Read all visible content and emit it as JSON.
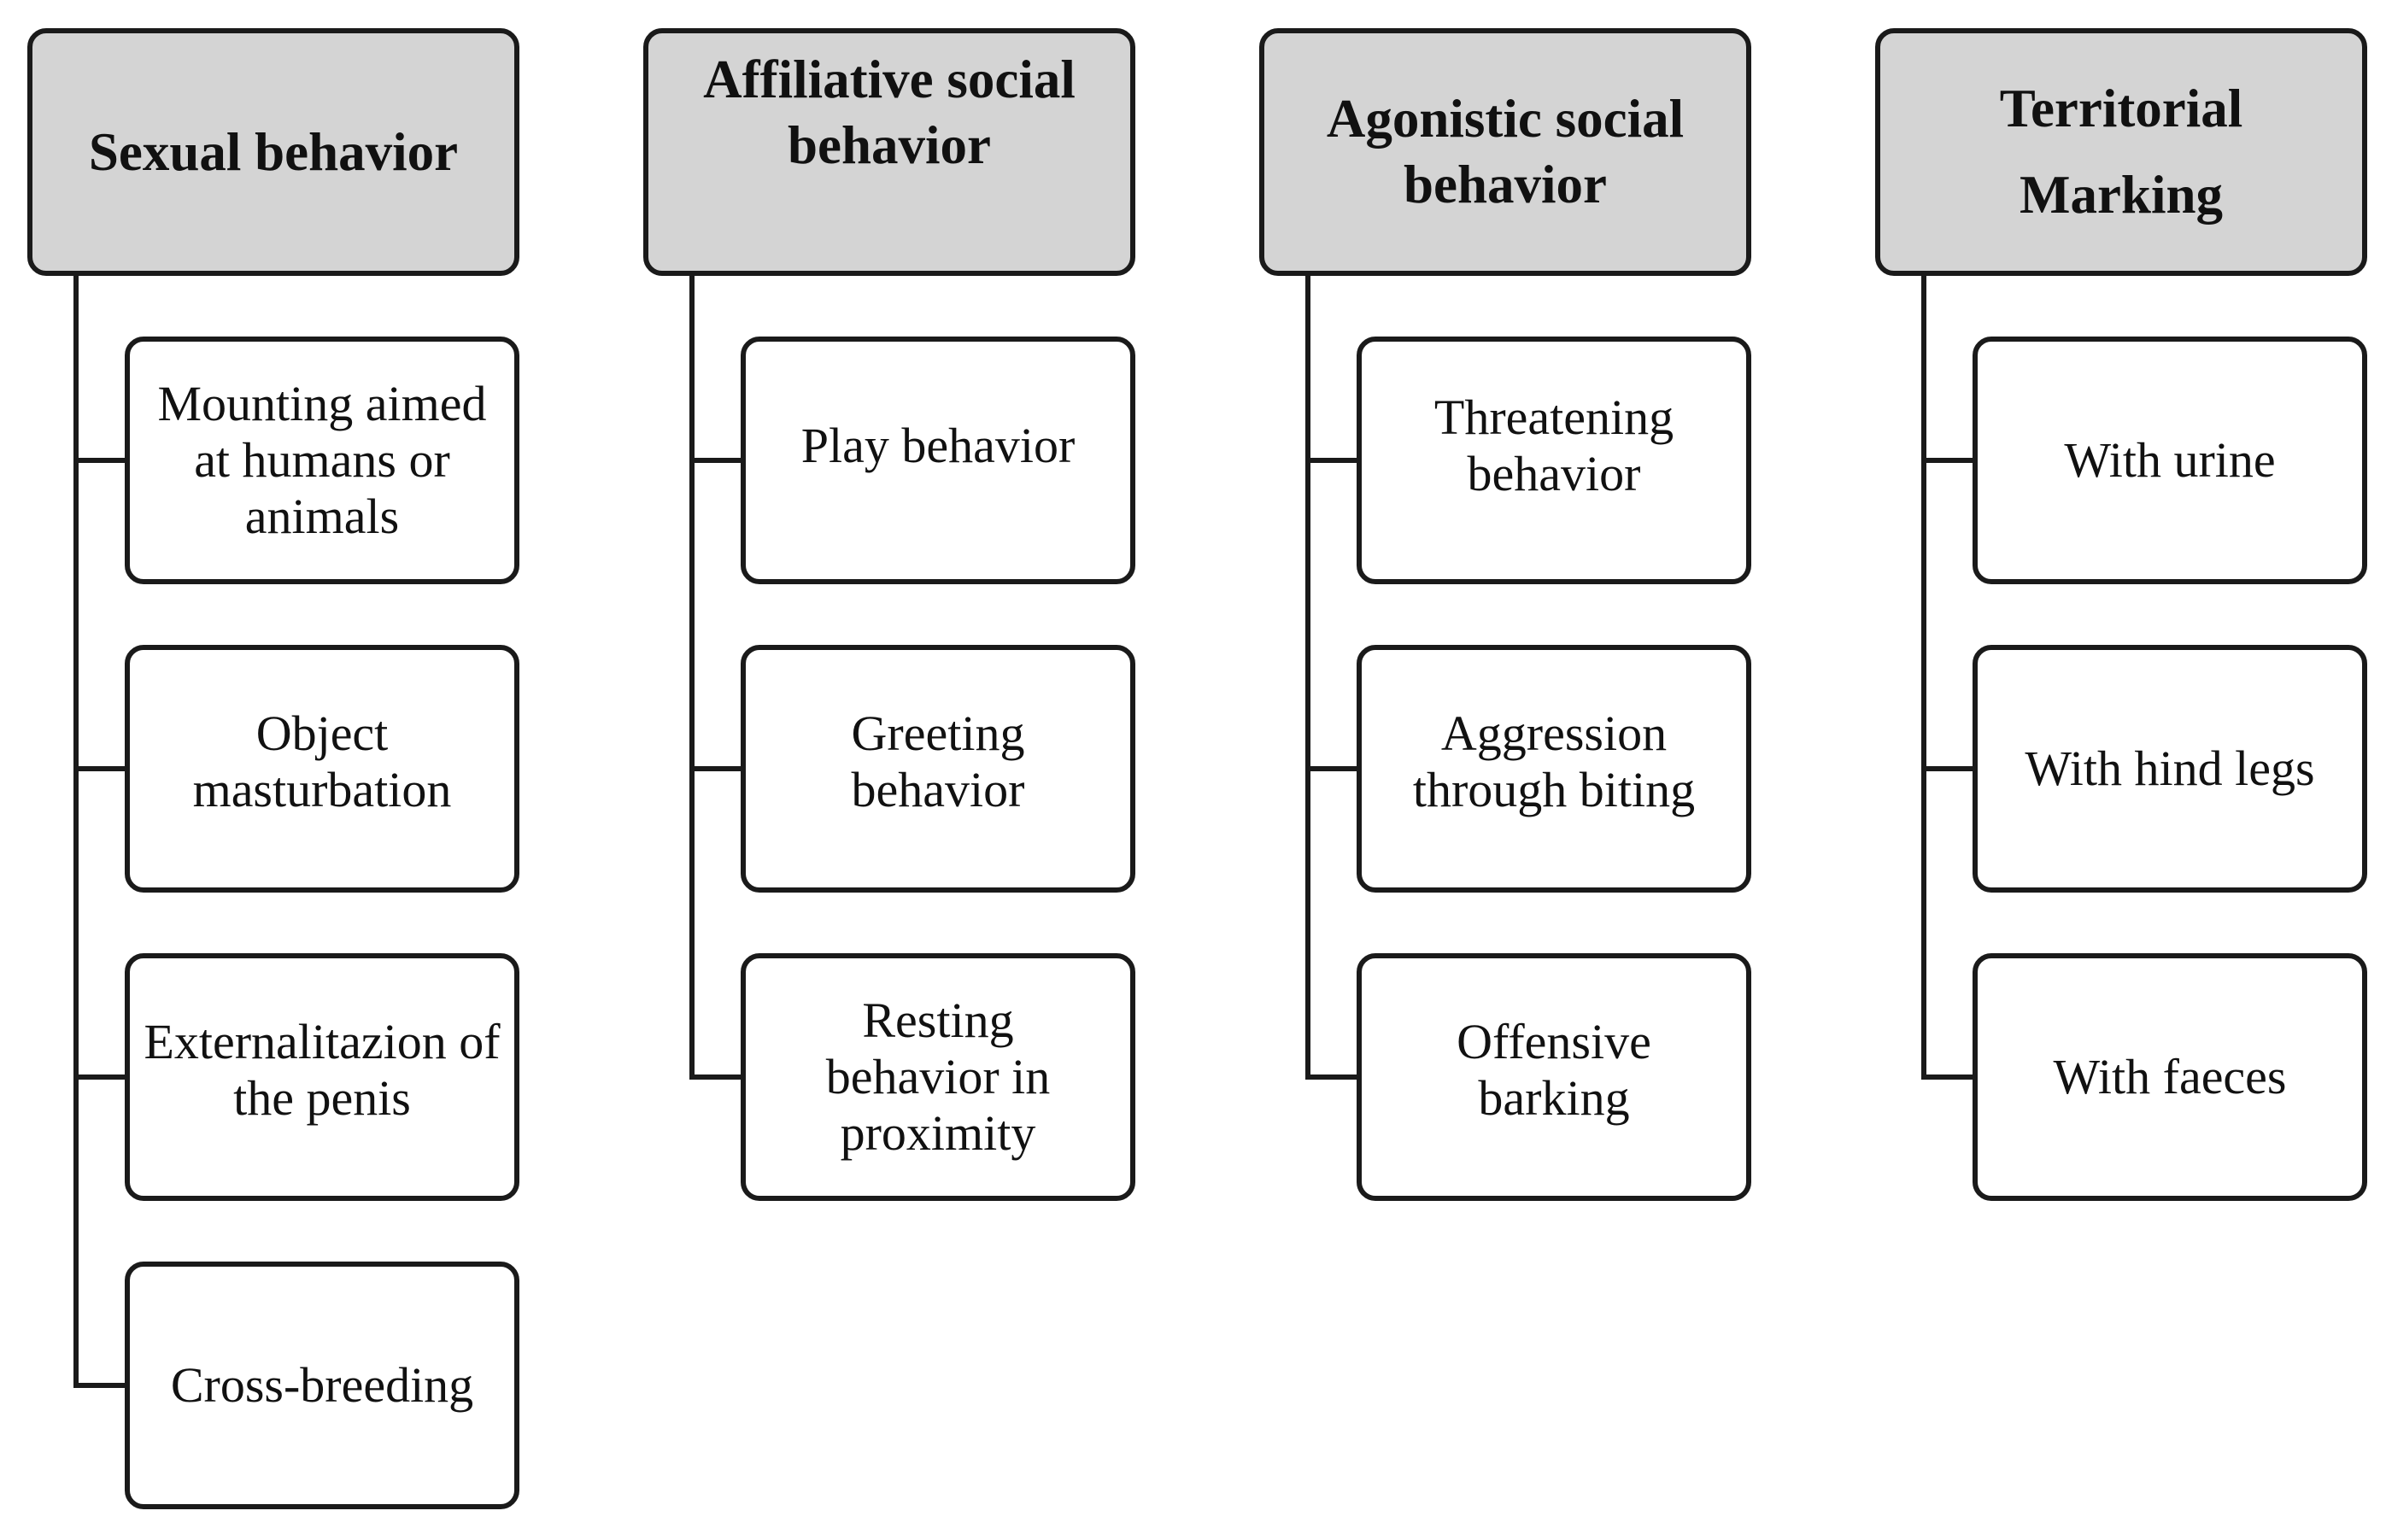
{
  "categories": [
    {
      "title": "Sexual behavior",
      "items": [
        "Mounting aimed at humans or animals",
        "Object masturbation",
        "Externalitazion of the penis",
        "Cross-breeding"
      ]
    },
    {
      "title": "Affiliative social behavior",
      "items": [
        "Play behavior",
        "Greeting behavior",
        "Resting behavior in proximity"
      ]
    },
    {
      "title": "Agonistic social behavior",
      "items": [
        "Threatening behavior",
        "Aggression through biting",
        "Offensive barking"
      ]
    },
    {
      "title": "Territorial Marking",
      "items": [
        "With urine",
        "With hind legs",
        "With faeces"
      ]
    }
  ]
}
